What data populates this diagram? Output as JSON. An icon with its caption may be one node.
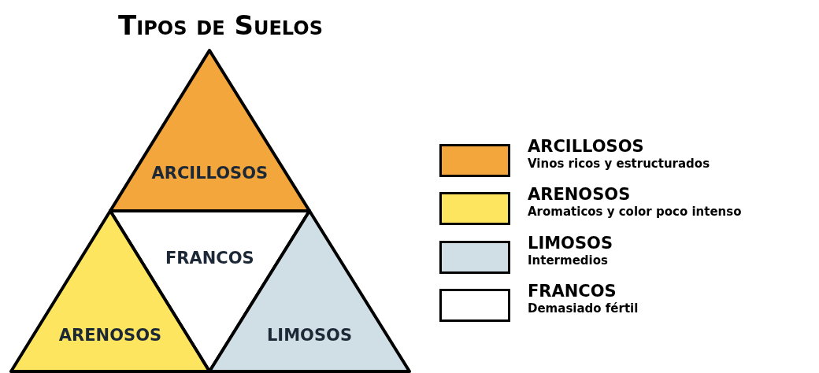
{
  "diagram": {
    "title": "Tipos de Suelos",
    "nodes": [
      {
        "text": [
          "ARCILLOSOS"
        ]
      },
      {
        "text": [
          "FRANCOS"
        ]
      },
      {
        "text": [
          "ARENOSOS"
        ]
      },
      {
        "text": [
          "LIMOSOS"
        ]
      }
    ],
    "edges": [],
    "labels": [
      "Vinos ricos y estructurados",
      "Aromaticos y color poco intenso",
      "Intermedios",
      "Demasiado fértil"
    ],
    "legend": [
      {
        "text": "ARCILLOSOS",
        "color": "#f2a63c"
      },
      {
        "text": "ARENOSOS",
        "color": "#fde560"
      },
      {
        "text": "LIMOSOS",
        "color": "#d0dfe6"
      },
      {
        "text": "FRANCOS",
        "color": "#ffffff"
      }
    ]
  }
}
